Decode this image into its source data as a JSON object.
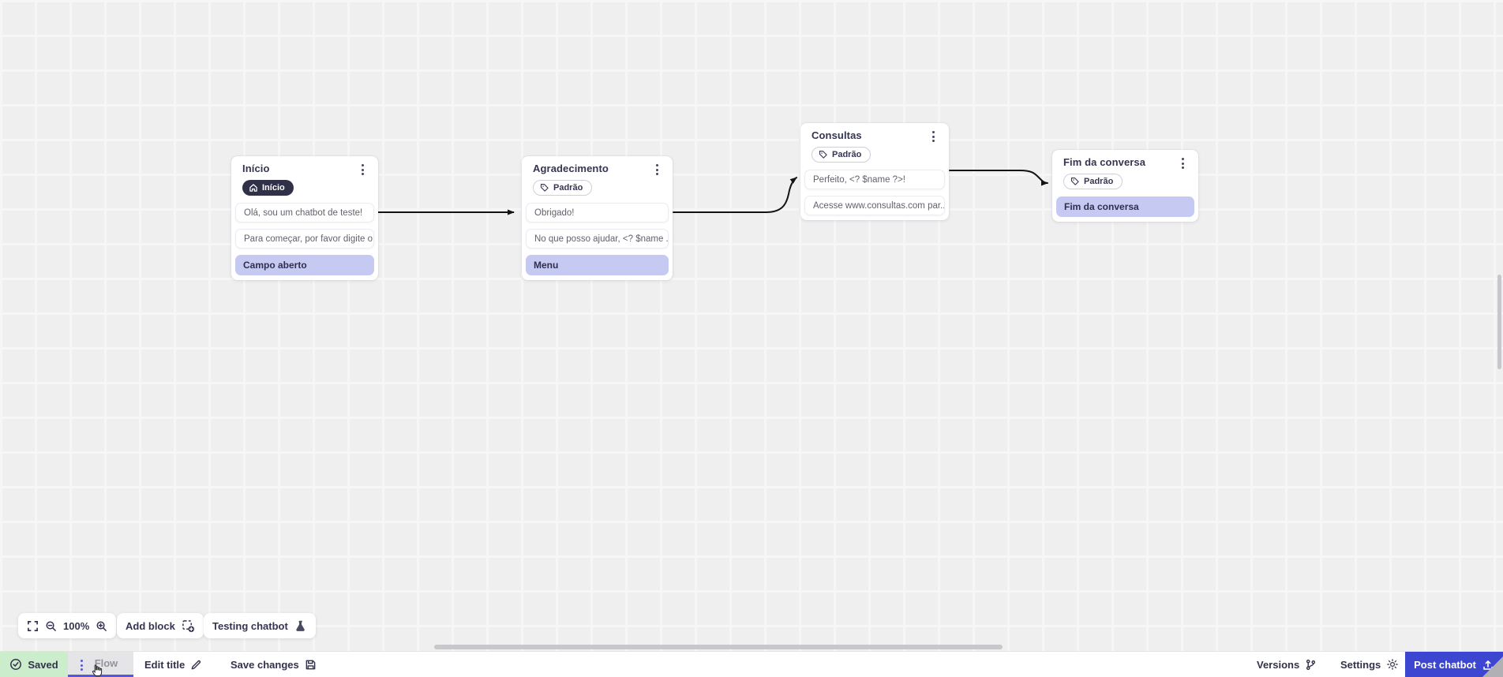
{
  "canvas": {
    "zoom_value": "100%",
    "nodes": [
      {
        "id": "inicio",
        "title": "Início",
        "badge": {
          "label": "Início",
          "icon": "home-icon",
          "style": "dark"
        },
        "messages": [
          "Olá, sou um chatbot de teste!",
          "Para começar, por favor digite o ..."
        ],
        "action": "Campo aberto"
      },
      {
        "id": "agradecimento",
        "title": "Agradecimento",
        "badge": {
          "label": "Padrão",
          "icon": "tag-icon",
          "style": "light"
        },
        "messages": [
          "Obrigado!",
          "No que posso ajudar, <? $name ..."
        ],
        "action": "Menu"
      },
      {
        "id": "consultas",
        "title": "Consultas",
        "badge": {
          "label": "Padrão",
          "icon": "tag-icon",
          "style": "light"
        },
        "messages": [
          "Perfeito, <? $name ?>!",
          "Acesse www.consultas.com par..."
        ],
        "action": null
      },
      {
        "id": "fim",
        "title": "Fim da conversa",
        "badge": {
          "label": "Padrão",
          "icon": "tag-icon",
          "style": "light"
        },
        "messages": [],
        "action": "Fim da conversa"
      }
    ],
    "connections": [
      {
        "from": "inicio",
        "to": "agradecimento"
      },
      {
        "from": "agradecimento",
        "to": "consultas"
      },
      {
        "from": "consultas",
        "to": "fim"
      }
    ]
  },
  "toolbar": {
    "zoom_value": "100%",
    "add_block_label": "Add block",
    "testing_label": "Testing chatbot"
  },
  "statusbar": {
    "saved_label": "Saved",
    "flow_tab_label": "Flow",
    "edit_title_label": "Edit title",
    "save_changes_label": "Save changes",
    "versions_label": "Versions",
    "settings_label": "Settings",
    "post_label": "Post chatbot"
  },
  "colors": {
    "accent_blue": "#3d46d1",
    "tab_underline": "#5558d9",
    "saved_green": "#cbedcc",
    "action_purple": "#c6caf3",
    "badge_dark": "#303049",
    "connector_black": "#141414",
    "canvas_bg": "#efeff0"
  }
}
